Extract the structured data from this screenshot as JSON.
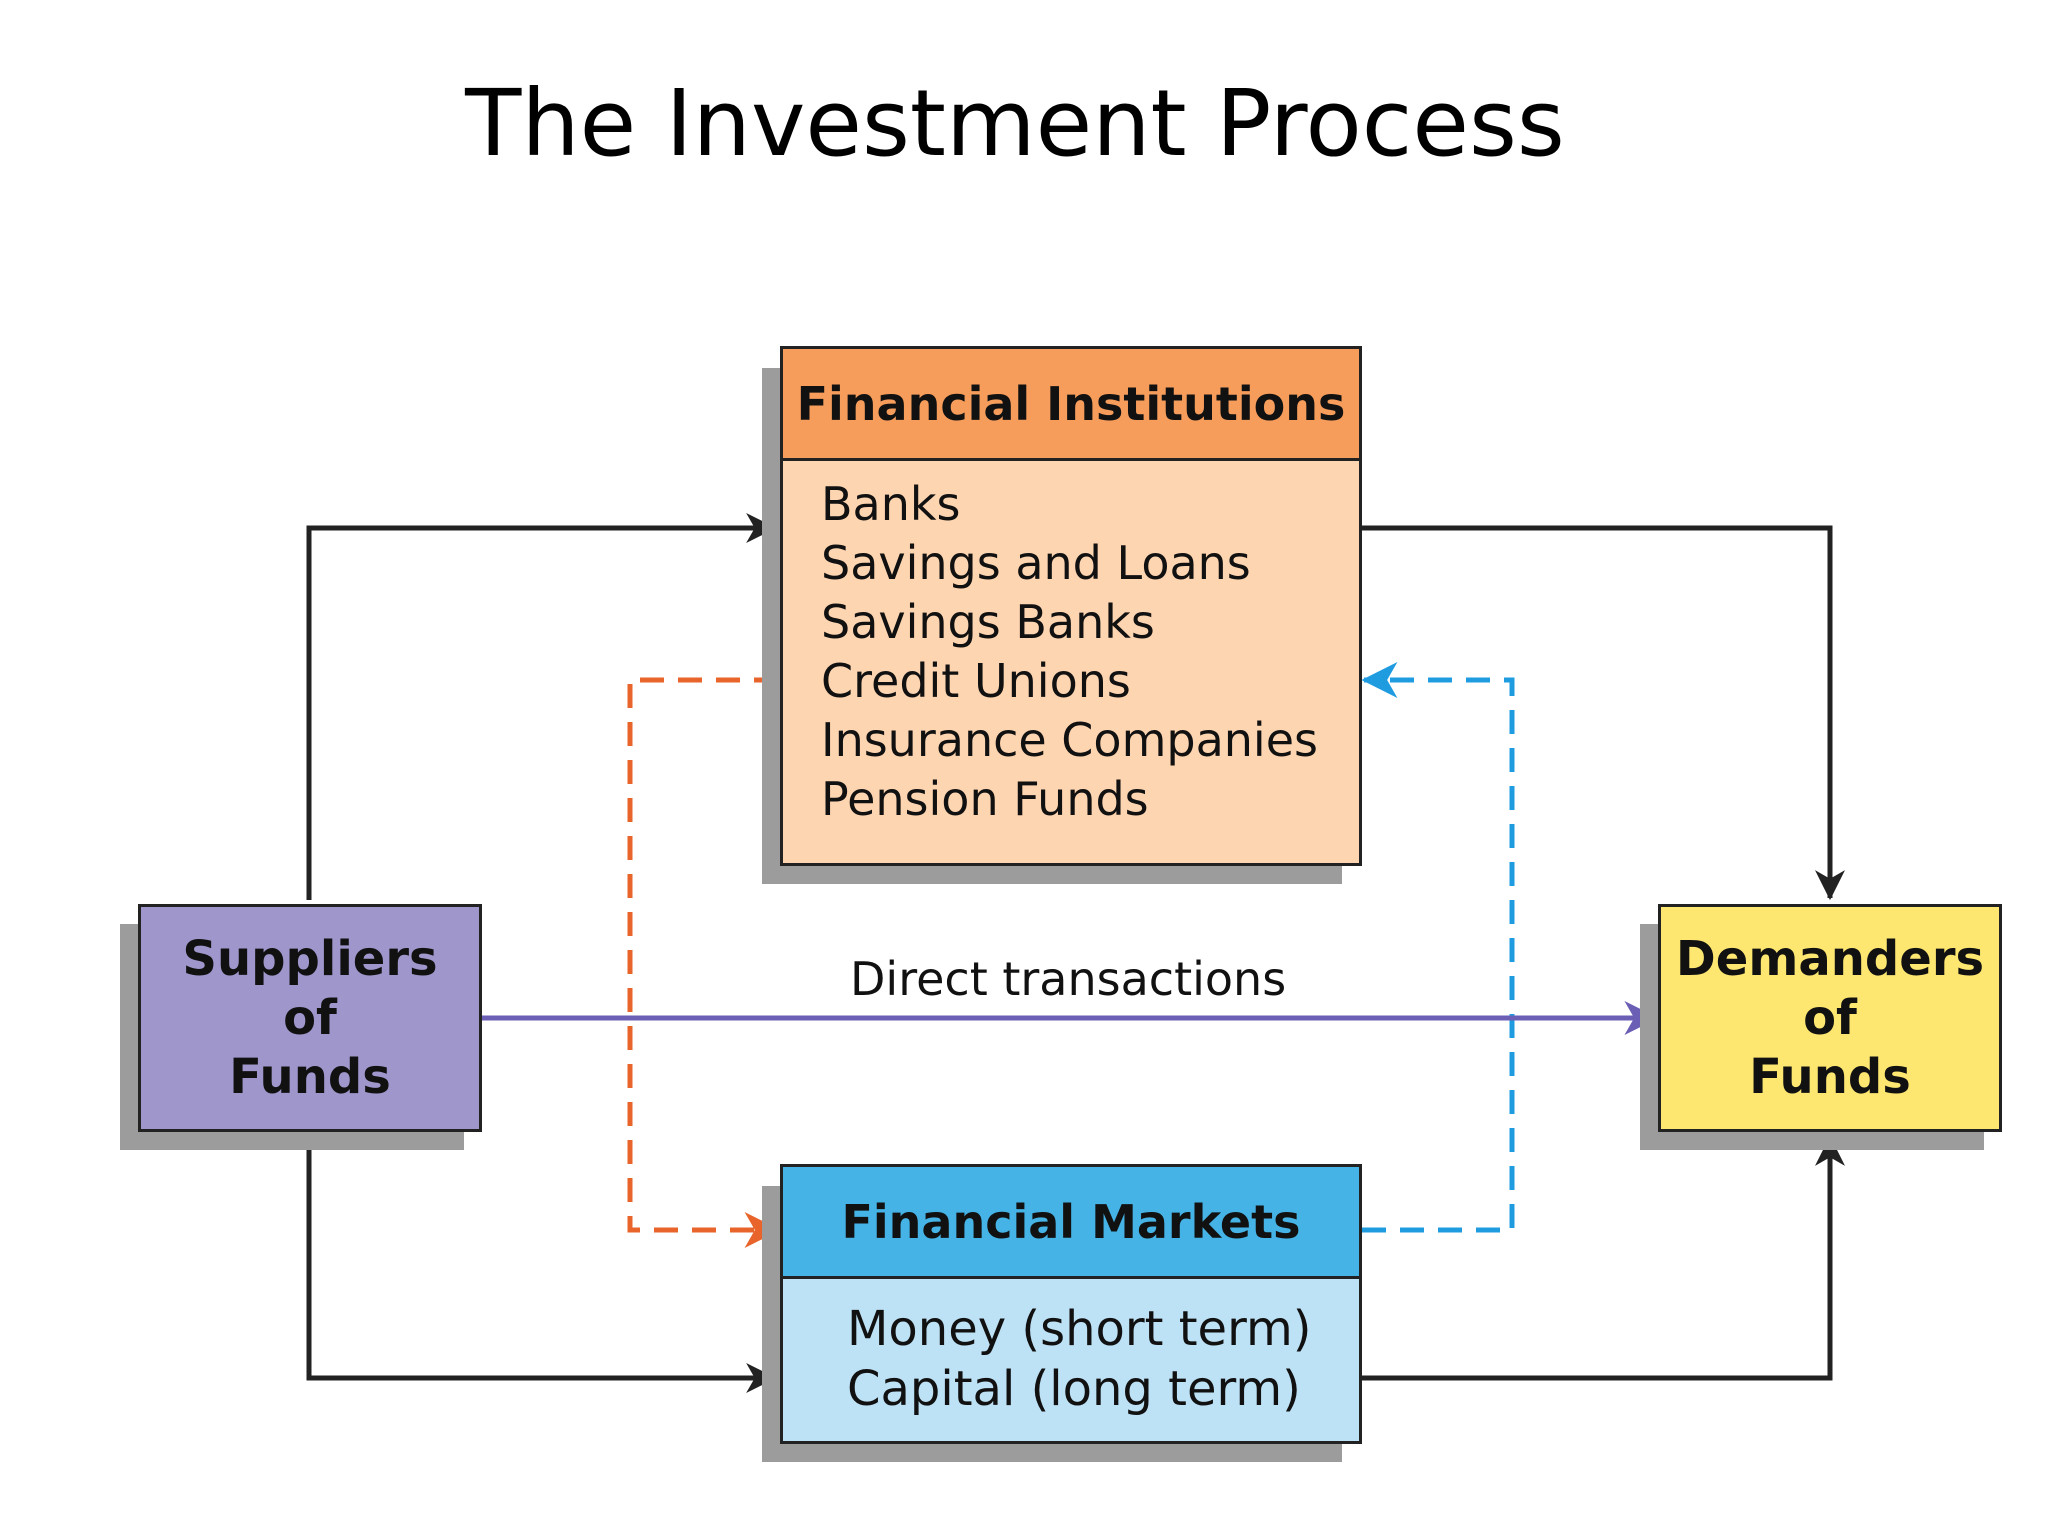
{
  "title": "The Investment Process",
  "financial_institutions": {
    "header": "Financial Institutions",
    "items": [
      "Banks",
      "Savings and Loans",
      "Savings Banks",
      "Credit Unions",
      "Insurance Companies",
      "Pension Funds"
    ]
  },
  "financial_markets": {
    "header": "Financial Markets",
    "items": [
      "Money (short term)",
      "Capital (long term)"
    ]
  },
  "suppliers": {
    "lines": [
      "Suppliers",
      "of",
      "Funds"
    ]
  },
  "demanders": {
    "lines": [
      "Demanders",
      "of",
      "Funds"
    ]
  },
  "direct_label": "Direct transactions",
  "colors": {
    "institutions_header": "#f79d5c",
    "institutions_body": "#fed5b1",
    "markets_header": "#45b3e6",
    "markets_body": "#bde1f5",
    "suppliers": "#9f97cc",
    "demanders": "#fde771",
    "direct_line": "#6a5fb5",
    "institutions_to_markets": "#e8642a",
    "markets_to_institutions": "#1f9ce0",
    "flow_lines": "#222222"
  }
}
